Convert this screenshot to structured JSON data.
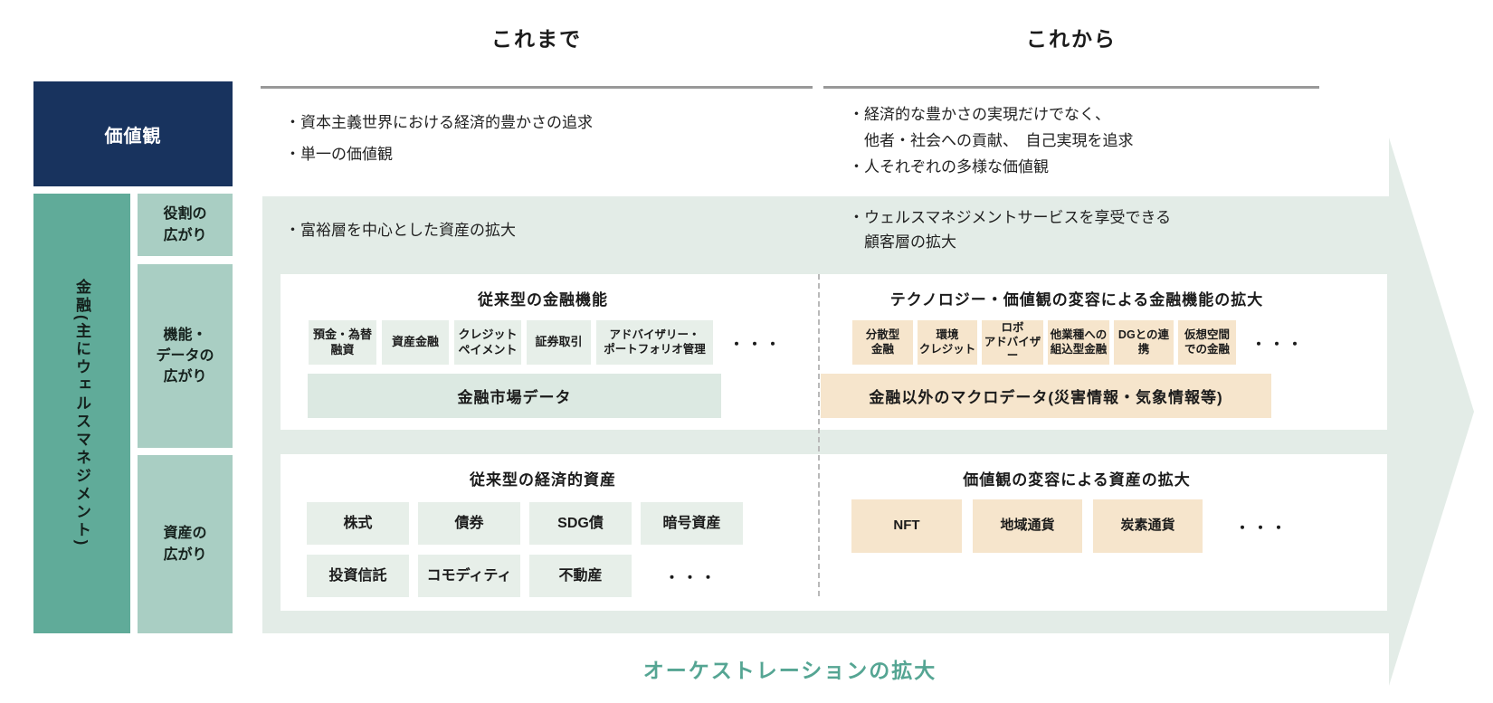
{
  "palette": {
    "navy": "#18335e",
    "teal": "#60ab99",
    "light_teal": "#a9cec3",
    "band_green": "#e3ece7",
    "chip_green": "#e7efe9",
    "bar_green": "#dce9e2",
    "chip_orange": "#f6e5cc",
    "accent_text": "#55a593"
  },
  "headers": {
    "past": "これまで",
    "future": "これから"
  },
  "sidebar": {
    "values_label": "価値観",
    "finance_label": "金融(主にウェルスマネジメント)",
    "rows": [
      "役割の\n広がり",
      "機能・\nデータの\n広がり",
      "資産の\n広がり"
    ]
  },
  "values": {
    "past": [
      "・資本主義世界における経済的豊かさの追求",
      "・単一の価値観"
    ],
    "future": [
      "・経済的な豊かさの実現だけでなく、\n他者・社会への貢献、　自己実現を追求",
      "・人それぞれの多様な価値観"
    ]
  },
  "band": {
    "past": "・富裕層を中心とした資産の拡大",
    "future": "・ウェルスマネジメントサービスを享受できる\n顧客層の拡大"
  },
  "functions_panel": {
    "past": {
      "title": "従来型の金融機能",
      "chips": [
        "預金・為替\n融資",
        "資産金融",
        "クレジット\nペイメント",
        "証券取引",
        "アドバイザリー・\nポートフォリオ管理"
      ],
      "more": "・・・",
      "bar": "金融市場データ"
    },
    "future": {
      "title": "テクノロジー・価値観の変容による金融機能の拡大",
      "chips": [
        "分散型\n金融",
        "環境\nクレジット",
        "ロボ\nアドバイザー",
        "他業種への\n組込型金融",
        "DGとの連携",
        "仮想空間\nでの金融"
      ],
      "more": "・・・",
      "bar": "金融以外のマクロデータ(災害情報・気象情報等)"
    }
  },
  "assets_panel": {
    "past": {
      "title": "従来型の経済的資産",
      "chips": [
        "株式",
        "債券",
        "SDG債",
        "暗号資産",
        "投資信託",
        "コモディティ",
        "不動産"
      ],
      "more": "・・・"
    },
    "future": {
      "title": "価値観の変容による資産の拡大",
      "chips": [
        "NFT",
        "地域通貨",
        "炭素通貨"
      ],
      "more": "・・・"
    }
  },
  "footer": {
    "label": "オーケストレーションの拡大"
  }
}
